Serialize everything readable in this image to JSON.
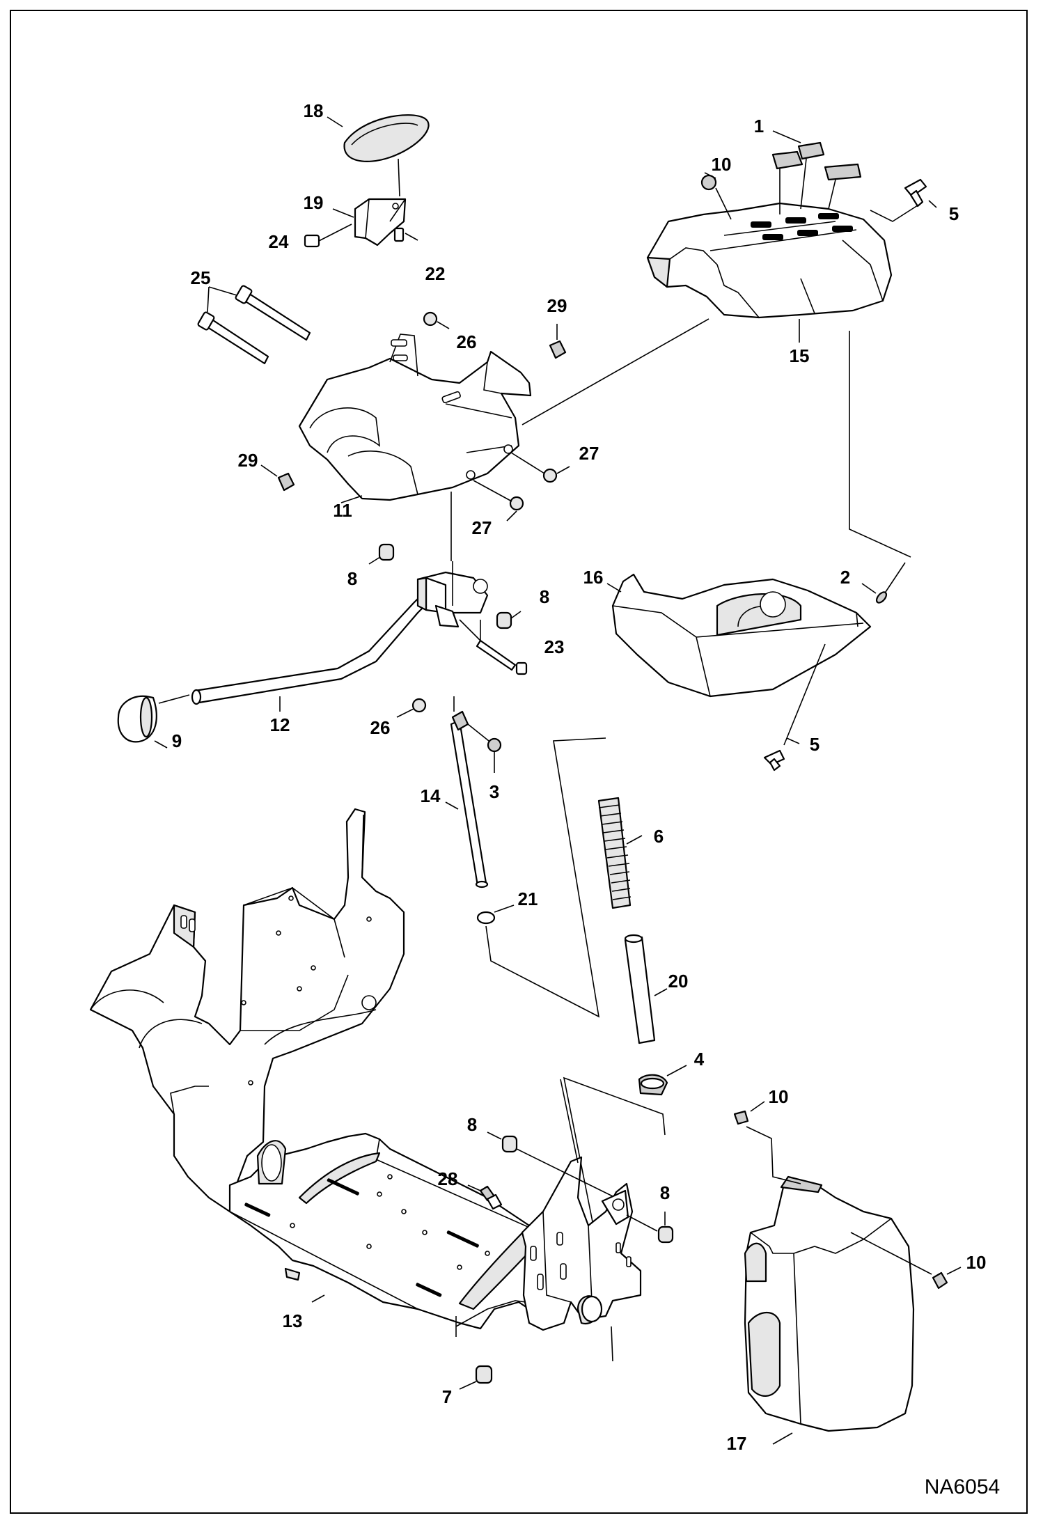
{
  "diagram": {
    "drawing_code": "NA6054",
    "callouts": [
      {
        "id": "c18",
        "label": "18"
      },
      {
        "id": "c1",
        "label": "1"
      },
      {
        "id": "c10a",
        "label": "10"
      },
      {
        "id": "c5a",
        "label": "5"
      },
      {
        "id": "c19",
        "label": "19"
      },
      {
        "id": "c24",
        "label": "24"
      },
      {
        "id": "c22",
        "label": "22"
      },
      {
        "id": "c25",
        "label": "25"
      },
      {
        "id": "c29a",
        "label": "29"
      },
      {
        "id": "c26a",
        "label": "26"
      },
      {
        "id": "c15",
        "label": "15"
      },
      {
        "id": "c29b",
        "label": "29"
      },
      {
        "id": "c27a",
        "label": "27"
      },
      {
        "id": "c11",
        "label": "11"
      },
      {
        "id": "c27b",
        "label": "27"
      },
      {
        "id": "c8a",
        "label": "8"
      },
      {
        "id": "c8b",
        "label": "8"
      },
      {
        "id": "c16",
        "label": "16"
      },
      {
        "id": "c2",
        "label": "2"
      },
      {
        "id": "c23",
        "label": "23"
      },
      {
        "id": "c9",
        "label": "9"
      },
      {
        "id": "c12",
        "label": "12"
      },
      {
        "id": "c26b",
        "label": "26"
      },
      {
        "id": "c5b",
        "label": "5"
      },
      {
        "id": "c3",
        "label": "3"
      },
      {
        "id": "c14",
        "label": "14"
      },
      {
        "id": "c6",
        "label": "6"
      },
      {
        "id": "c21",
        "label": "21"
      },
      {
        "id": "c20",
        "label": "20"
      },
      {
        "id": "c4",
        "label": "4"
      },
      {
        "id": "c10b",
        "label": "10"
      },
      {
        "id": "c8c",
        "label": "8"
      },
      {
        "id": "c28",
        "label": "28"
      },
      {
        "id": "c8d",
        "label": "8"
      },
      {
        "id": "c10c",
        "label": "10"
      },
      {
        "id": "c13",
        "label": "13"
      },
      {
        "id": "c7",
        "label": "7"
      },
      {
        "id": "c17",
        "label": "17"
      }
    ]
  }
}
